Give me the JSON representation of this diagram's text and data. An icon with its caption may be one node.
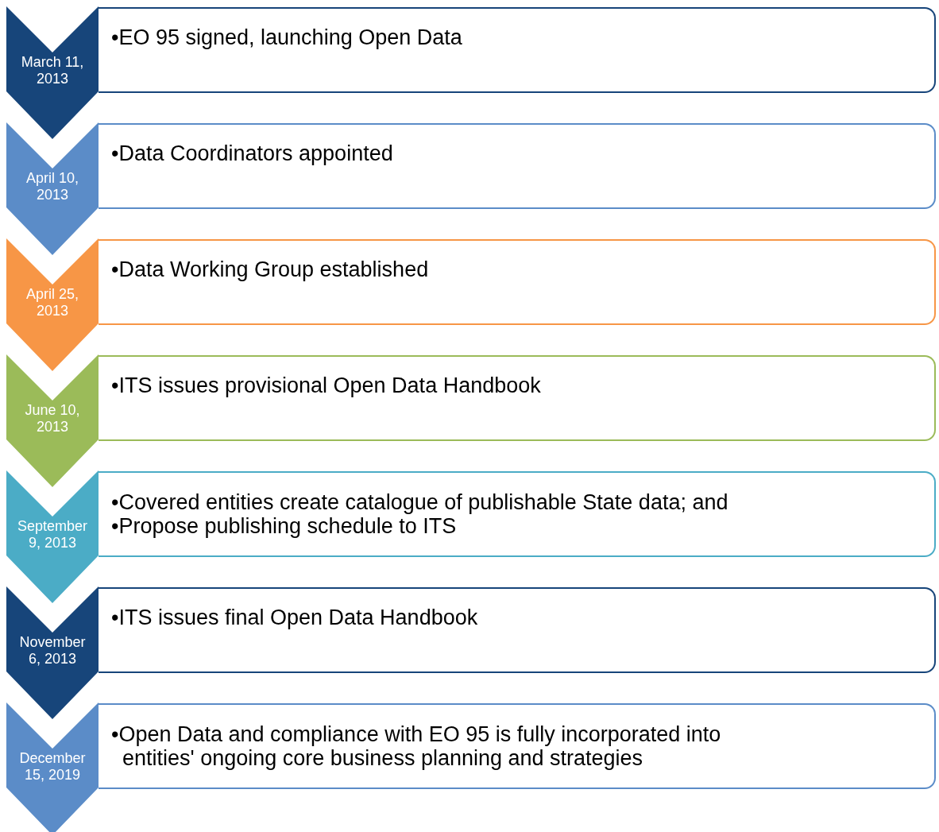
{
  "diagram": {
    "nodes": [
      {
        "text": [
          "March 11, 2013"
        ]
      },
      {
        "text": [
          "•EO 95 signed, launching Open Data"
        ]
      },
      {
        "text": [
          "April 10, 2013"
        ]
      },
      {
        "text": [
          "•Data Coordinators appointed"
        ]
      },
      {
        "text": [
          "April 25, 2013"
        ]
      },
      {
        "text": [
          "•Data Working Group established"
        ]
      },
      {
        "text": [
          "June 10, 2013"
        ]
      },
      {
        "text": [
          "•ITS issues provisional Open Data Handbook"
        ]
      },
      {
        "text": [
          "September 9, 2013"
        ]
      },
      {
        "text": [
          "•Covered entities create catalogue of publishable State data; and",
          "•Propose publishing schedule to ITS"
        ]
      },
      {
        "text": [
          "November 6, 2013"
        ]
      },
      {
        "text": [
          "•ITS issues final Open Data Handbook"
        ]
      },
      {
        "text": [
          "December 15, 2019"
        ]
      },
      {
        "text": [
          "•Open Data and compliance with EO 95 is fully incorporated into entities' ongoing core business planning and strategies"
        ]
      }
    ]
  }
}
